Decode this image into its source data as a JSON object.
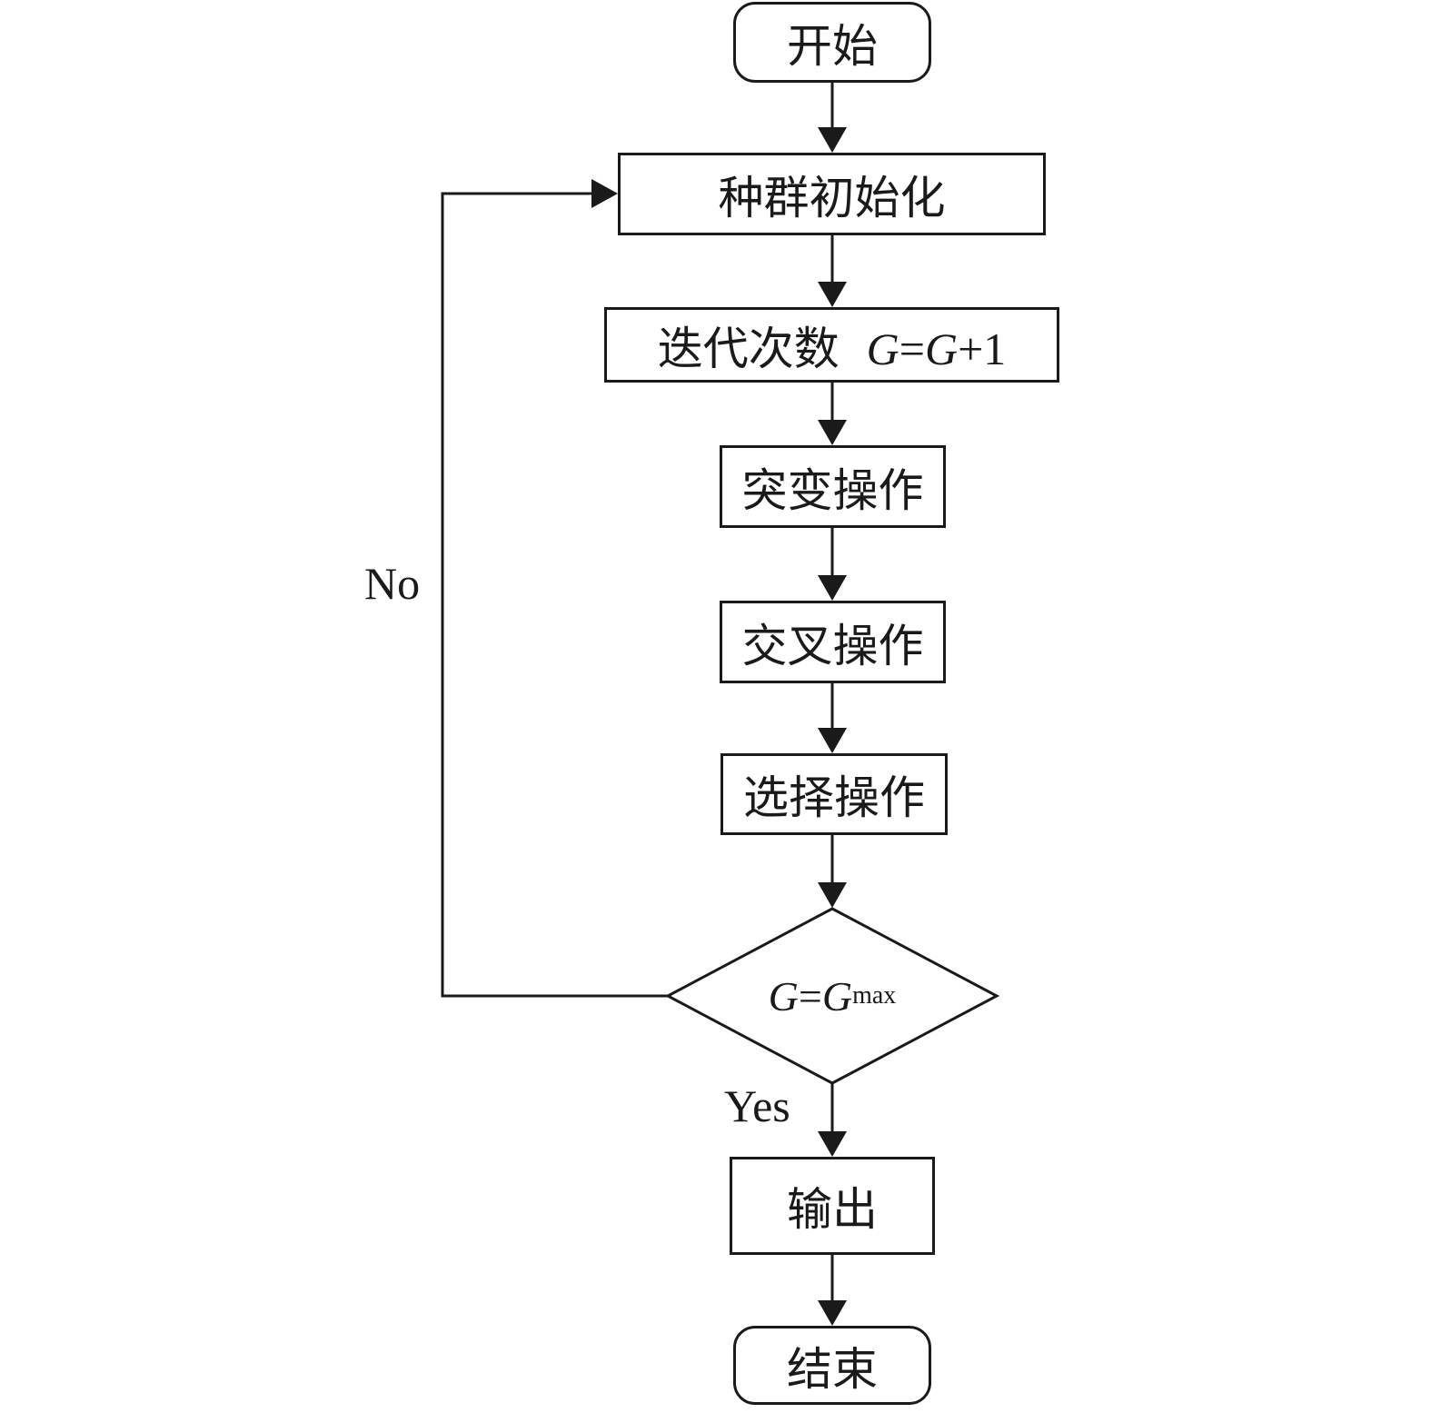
{
  "nodes": {
    "start": "开始",
    "init": "种群初始化",
    "iter_text": "迭代次数",
    "iter_var": "G",
    "iter_eq": "=",
    "iter_var2": "G",
    "iter_plus": "+1",
    "mutation": "突变操作",
    "crossover": "交叉操作",
    "selection": "选择操作",
    "output": "输出",
    "end": "结束"
  },
  "decision": {
    "lhs": "G",
    "eq": "=",
    "rhs": "G",
    "rhs_sub": "max"
  },
  "branches": {
    "no": "No",
    "yes": "Yes"
  }
}
